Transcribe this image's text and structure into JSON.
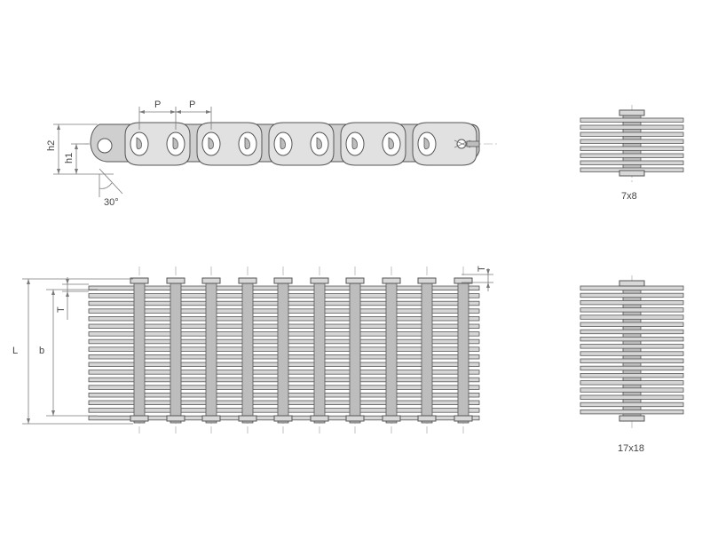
{
  "title": "",
  "side_view": {
    "pitch_label_1": "P",
    "pitch_label_2": "P",
    "height_label_h1": "h1",
    "height_label_h2": "h2",
    "angle_label": "30°"
  },
  "top_view": {
    "length_label": "L",
    "width_label": "b",
    "thickness_label_left": "T",
    "thickness_label_right": "T"
  },
  "lacing_small": {
    "caption": "7x8"
  },
  "lacing_large": {
    "caption": "17x18"
  },
  "colors": {
    "line": "#555555",
    "fill": "#cfcfcf",
    "dim": "#7a7a7a"
  }
}
